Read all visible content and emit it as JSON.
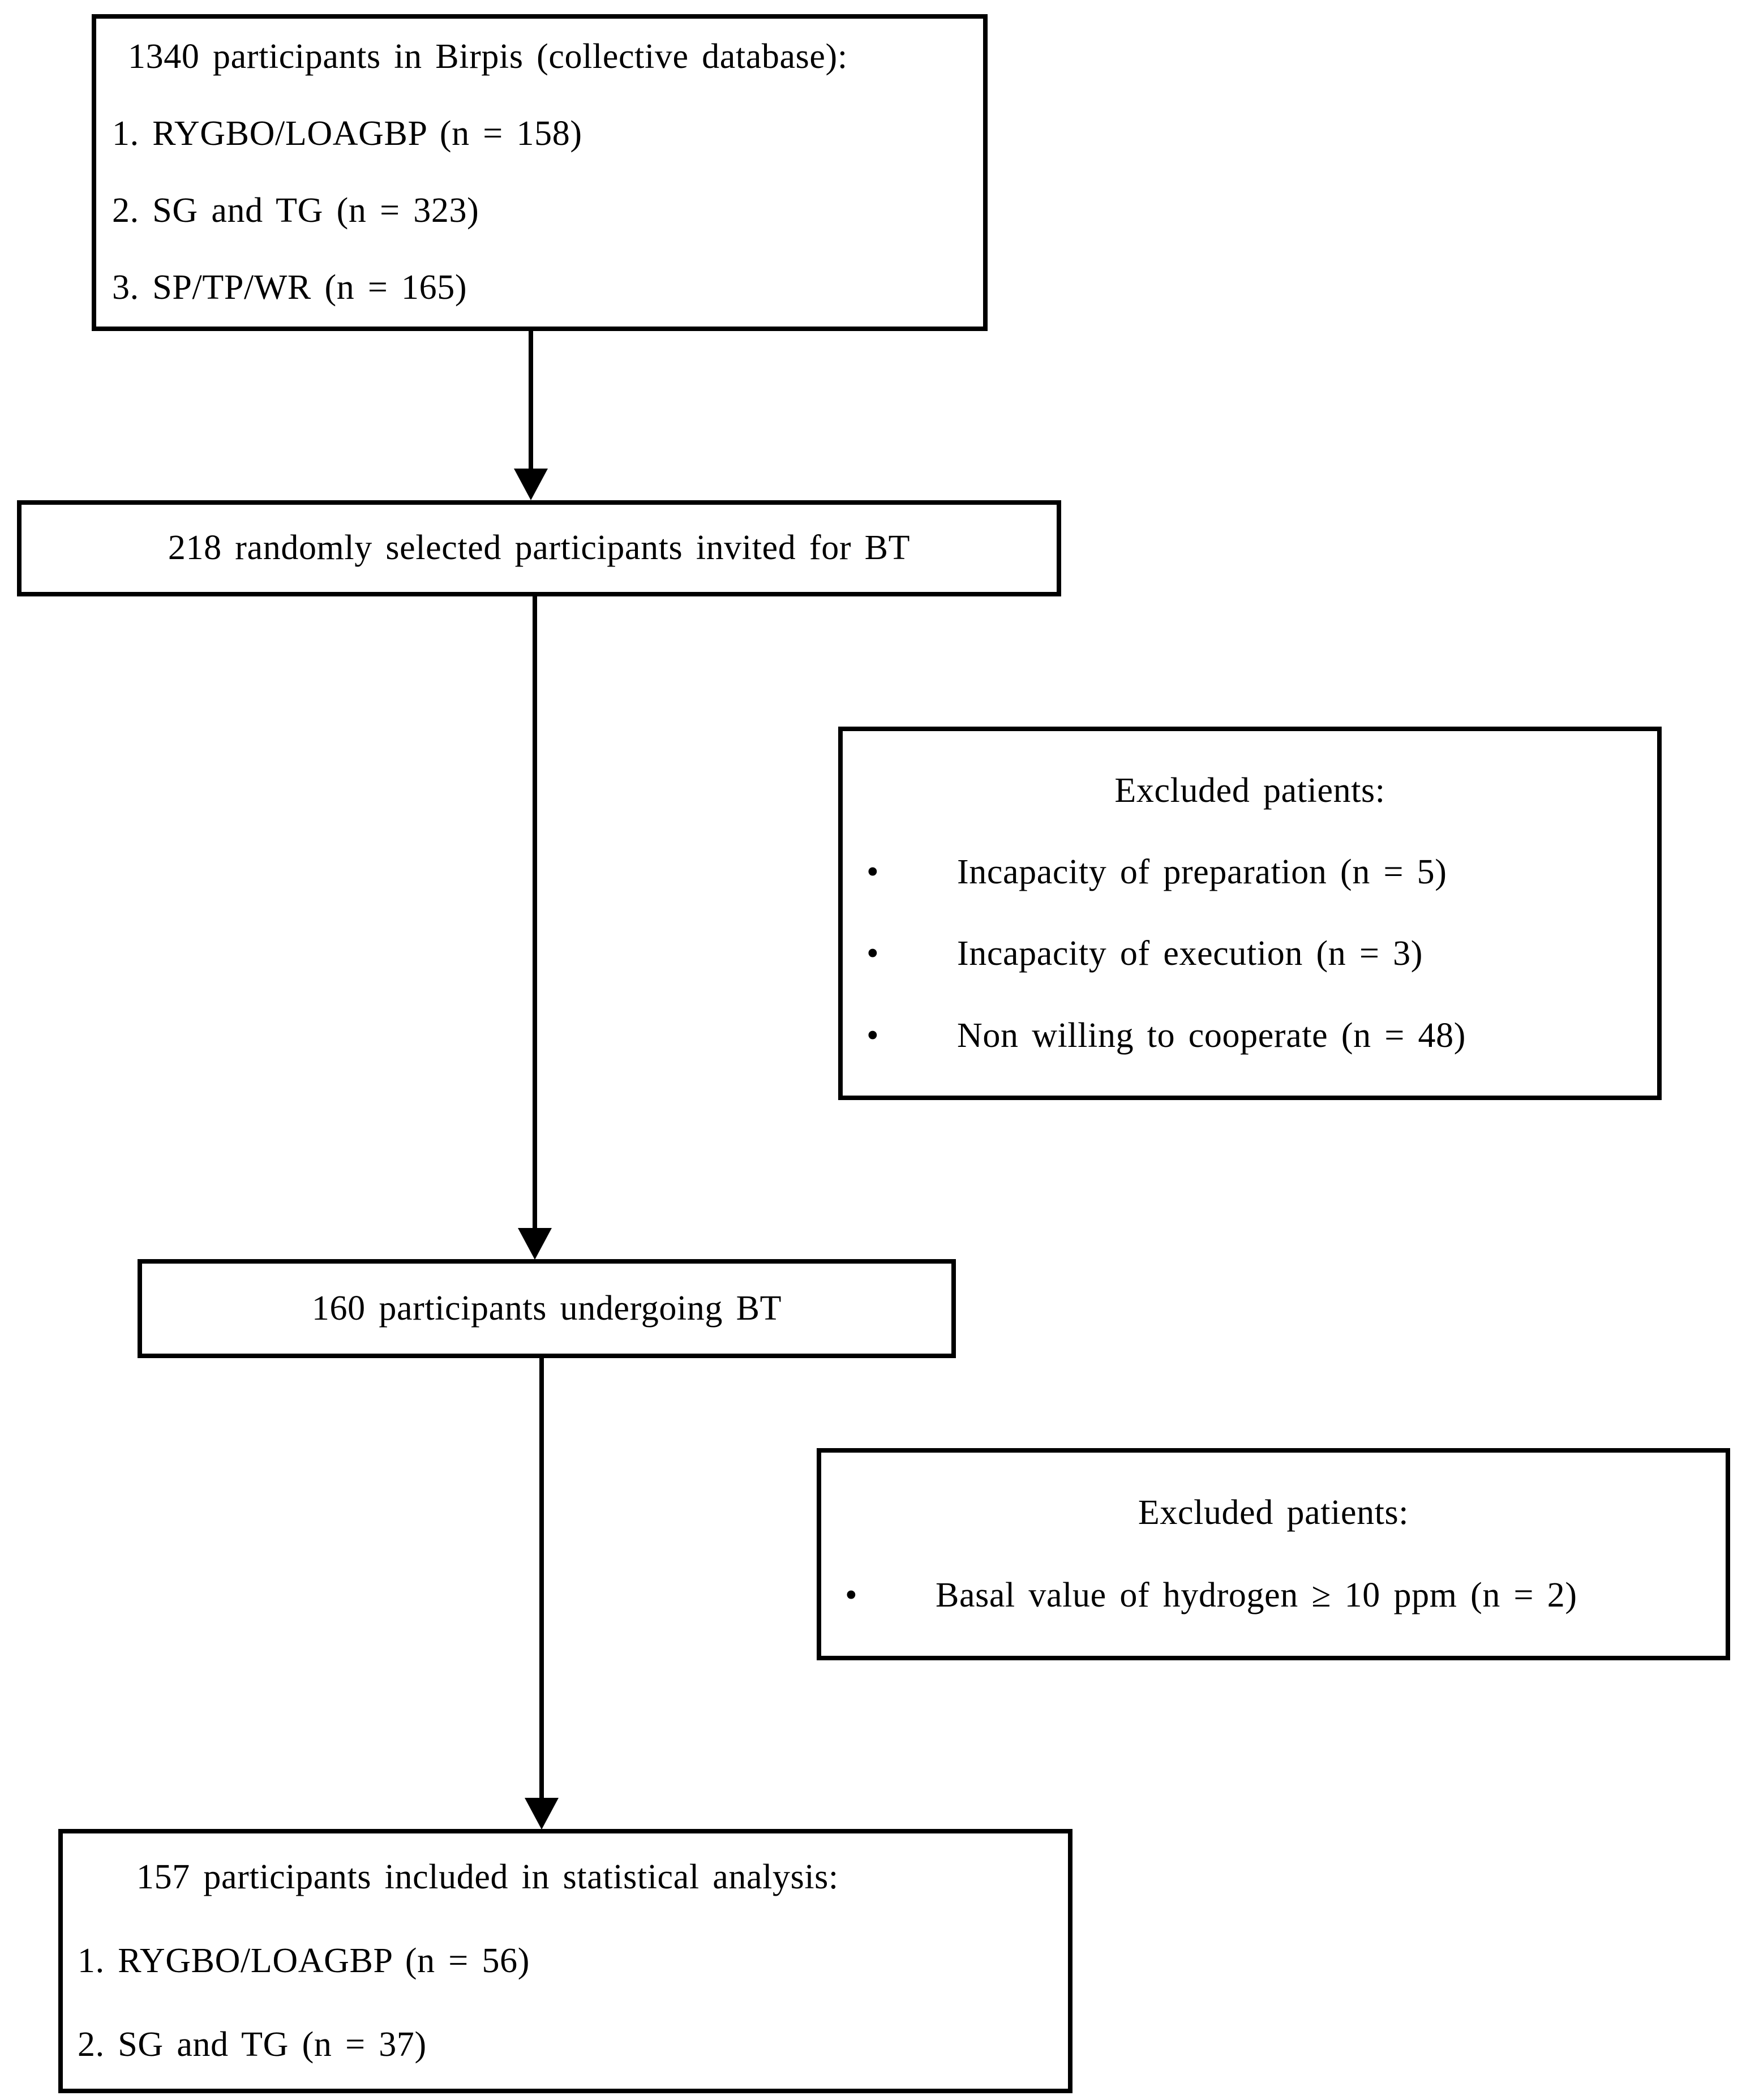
{
  "flow": {
    "bullet_glyph": "•",
    "colors": {
      "ink": "#000000",
      "background": "#ffffff"
    },
    "source_box": {
      "lines": [
        "1340 participants in Birpis (collective database):",
        "1. RYGBO/LOAGBP (n = 158)",
        "2. SG and TG (n = 323)",
        "3. SP/TP/WR (n = 165)"
      ]
    },
    "invited_box": {
      "label": "218 randomly selected participants invited for BT"
    },
    "excluded_box_1": {
      "title": "Excluded patients:",
      "items": [
        "Incapacity of preparation (n = 5)",
        "Incapacity of execution (n = 3)",
        "Non willing to cooperate (n = 48)"
      ]
    },
    "bt_box": {
      "label": "160 participants undergoing BT"
    },
    "excluded_box_2": {
      "title": "Excluded patients:",
      "items": [
        "Basal value of hydrogen ≥ 10 ppm (n = 2)"
      ]
    },
    "analysis_box": {
      "lines": [
        "157 participants included in statistical analysis:",
        "1. RYGBO/LOAGBP (n = 56)",
        "2. SG and TG (n = 37)"
      ]
    }
  }
}
